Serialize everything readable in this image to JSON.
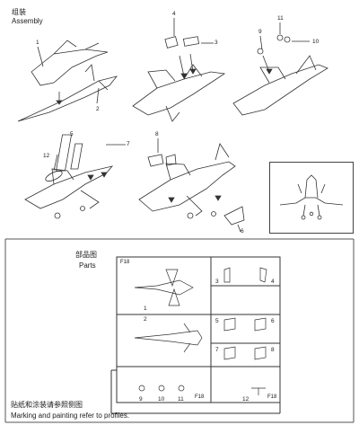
{
  "assembly": {
    "title_cn": "组装",
    "title_en": "Assembly",
    "part_numbers": [
      "1",
      "2",
      "3",
      "4",
      "5",
      "6",
      "7",
      "8",
      "9",
      "10",
      "11",
      "12"
    ]
  },
  "parts": {
    "title_cn": "部品图",
    "title_en": "Parts",
    "sprue_label": "F18",
    "sprue_numbers": [
      "1",
      "2",
      "3",
      "4",
      "5",
      "6",
      "7",
      "8",
      "9",
      "10",
      "11",
      "12"
    ]
  },
  "marking": {
    "note_cn": "贴纸和涂装请参照侧图",
    "note_en": "Marking and painting refer to profiles."
  },
  "icons": {
    "aircraft": "jet-aircraft-icon",
    "arrow": "arrow-down-icon"
  }
}
